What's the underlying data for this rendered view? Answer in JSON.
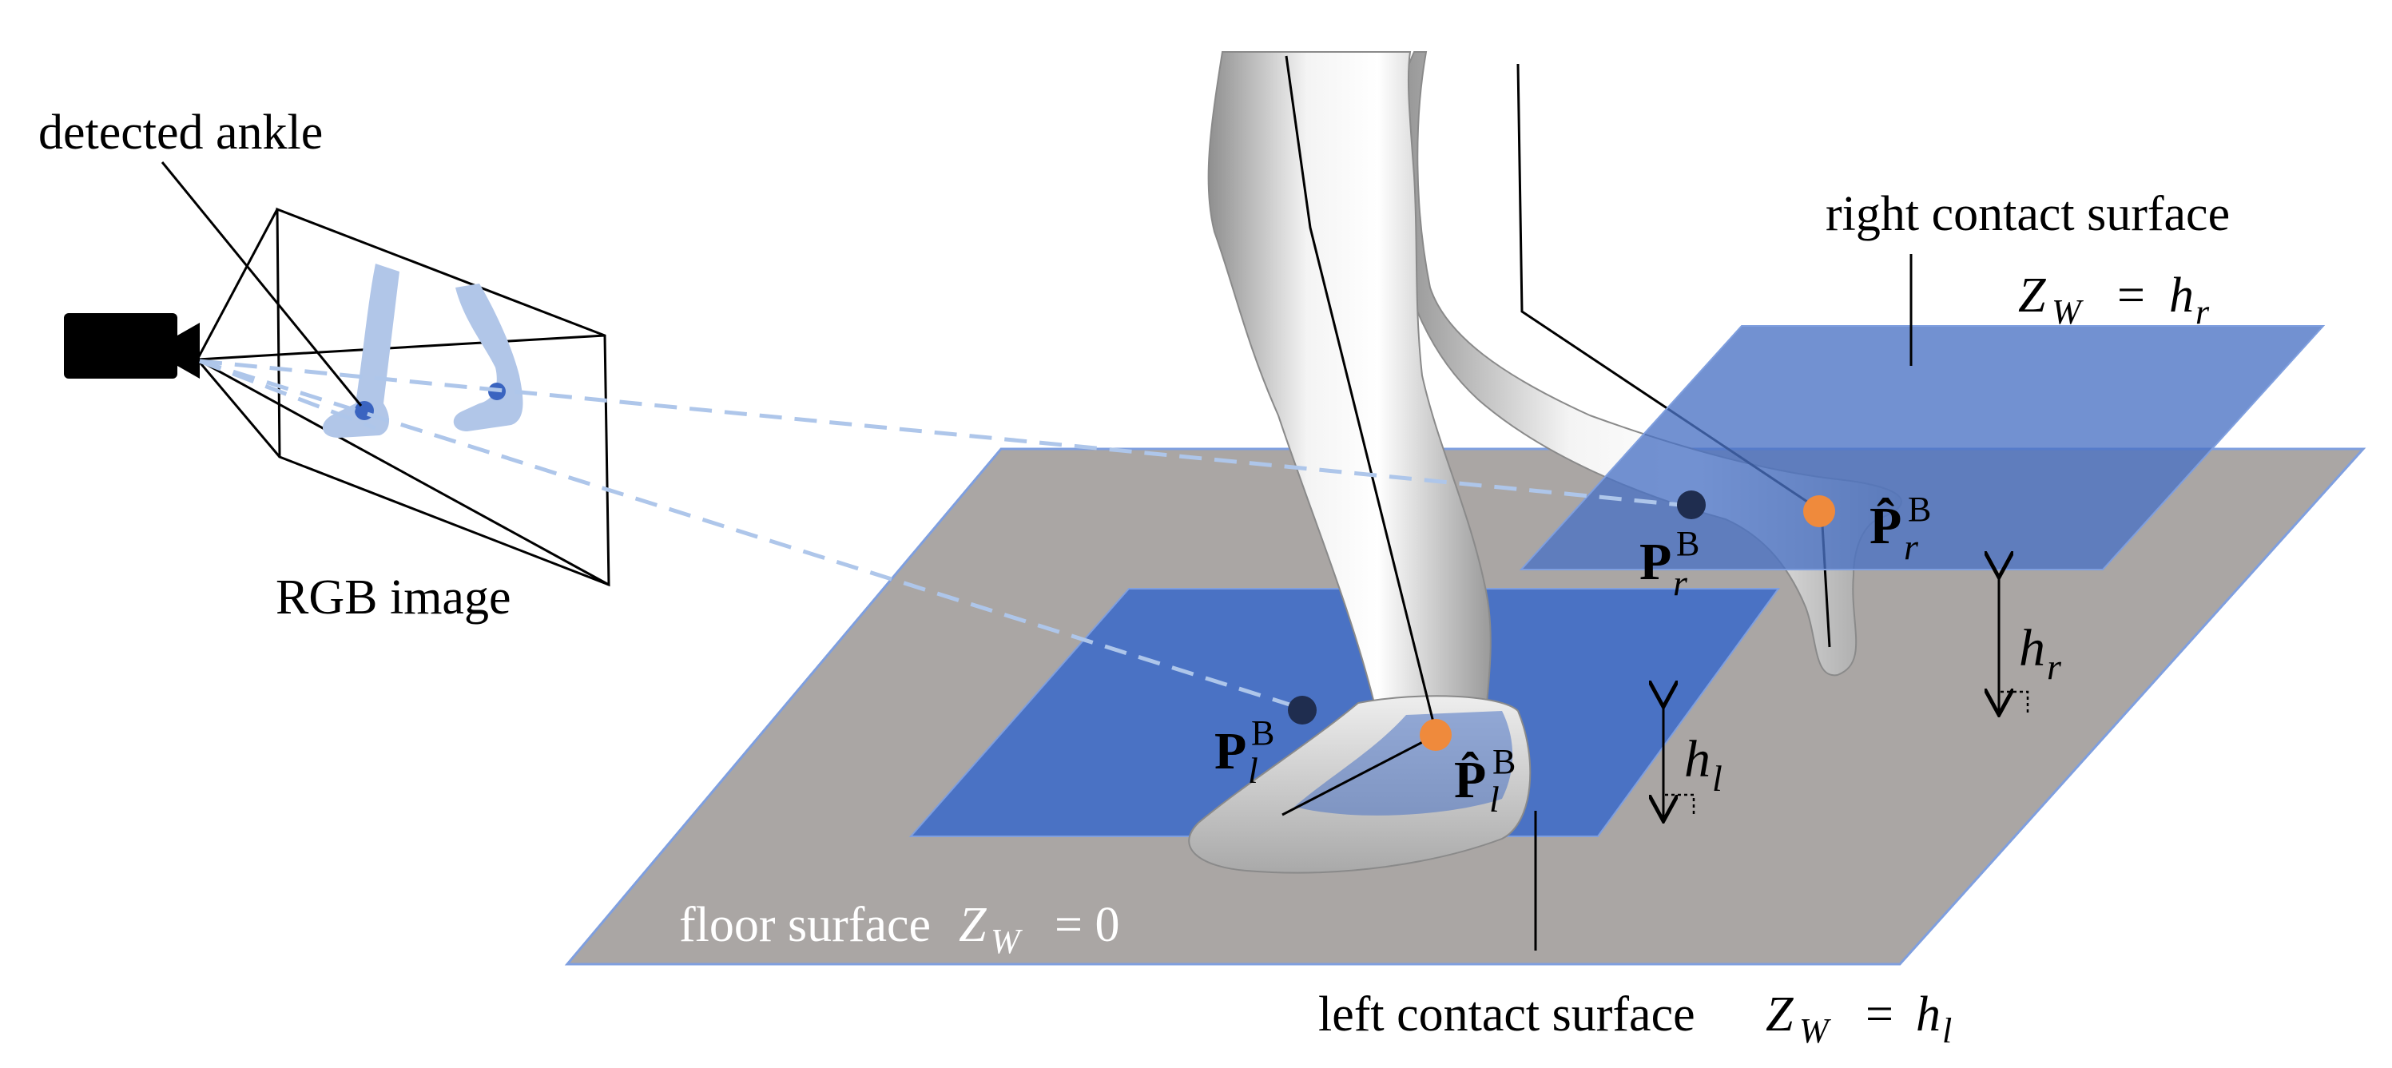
{
  "labels": {
    "detected_ankle": "detected ankle",
    "rgb_image": "RGB image",
    "right_contact_surface": "right contact surface",
    "right_eq_var": "Z",
    "right_eq_sub": "W",
    "right_eq_op": "=",
    "right_eq_rhs": "h",
    "right_eq_rhs_sub": "r",
    "floor_text": "floor surface",
    "floor_eq_var": "Z",
    "floor_eq_sub": "W",
    "floor_eq_rest": "= 0",
    "left_contact_text": "left contact surface",
    "left_eq_var": "Z",
    "left_eq_sub": "W",
    "left_eq_op": "=",
    "left_eq_rhs": "h",
    "left_eq_rhs_sub": "l",
    "h_r": "h",
    "h_r_sub": "r",
    "h_l": "h",
    "h_l_sub": "l",
    "p_r": "P",
    "p_r_sub": "r",
    "p_r_sup": "B",
    "p_r_hat": "P̂",
    "p_r_hat_sub": "r",
    "p_r_hat_sup": "B",
    "p_l": "P",
    "p_l_sub": "l",
    "p_l_sup": "B",
    "p_l_hat": "P̂",
    "p_l_hat_sub": "l",
    "p_l_hat_sup": "B"
  },
  "colors": {
    "floor": "#aaa6a4",
    "contact_plane": "#4a72c4",
    "plane_edge": "#7f9fdf",
    "ankle_point": "#ef8a3c",
    "detected_point": "#1f2d4f",
    "projection_ray": "#aec6ea",
    "image_legs": "#b1c6e8",
    "image_joint": "#3a64c0"
  },
  "icons": {
    "camera": "video-camera-icon"
  }
}
